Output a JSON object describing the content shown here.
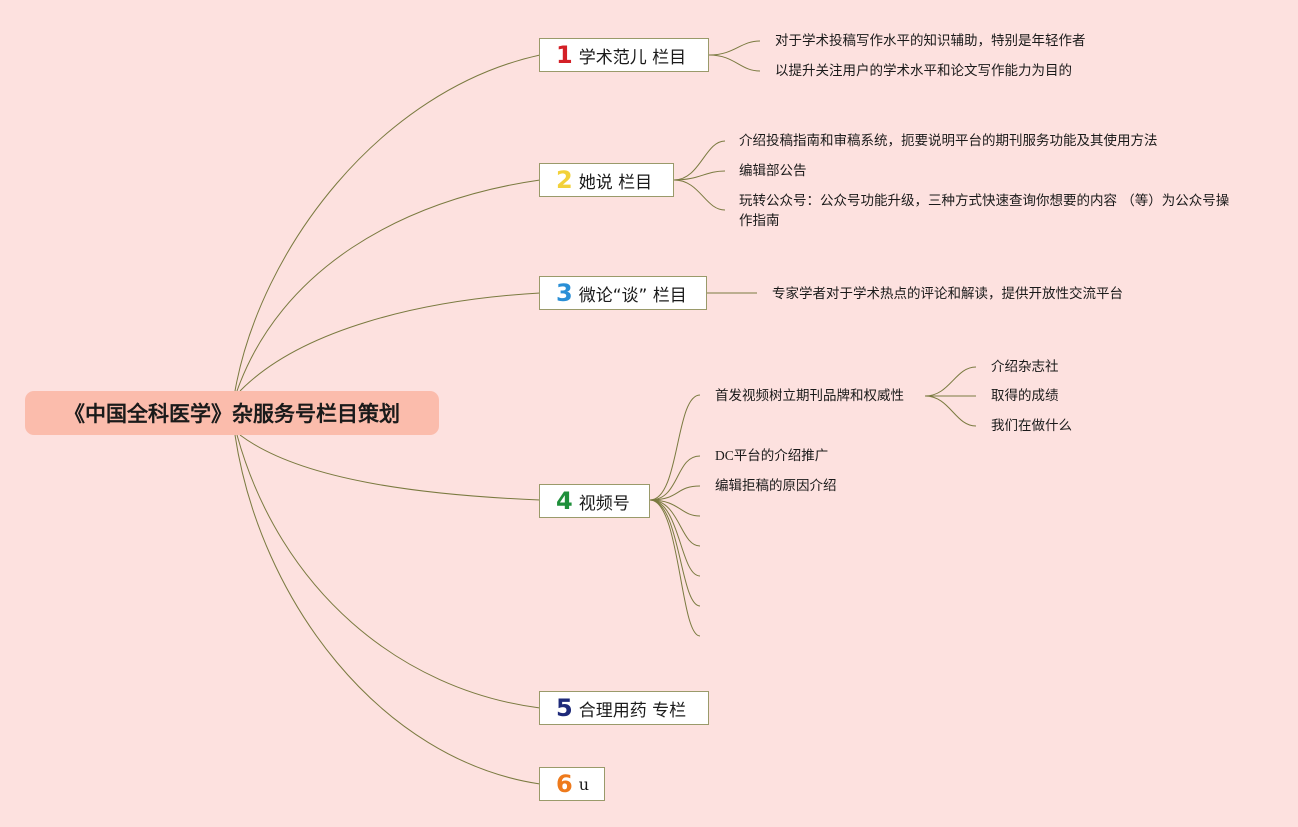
{
  "root": {
    "title": "《中国全科医学》杂服务号栏目策划"
  },
  "branches": [
    {
      "num": "1",
      "label": "学术范儿 栏目",
      "color": "#d42027",
      "leaves": [
        "对于学术投稿写作水平的知识辅助，特别是年轻作者",
        "以提升关注用户的学术水平和论文写作能力为目的"
      ]
    },
    {
      "num": "2",
      "label": "她说 栏目",
      "color": "#f2d13a",
      "leaves": [
        "介绍投稿指南和审稿系统，扼要说明平台的期刊服务功能及其使用方法",
        "编辑部公告",
        "玩转公众号：公众号功能升级，三种方式快速查询你想要的内容 （等）为公众号操作指南"
      ]
    },
    {
      "num": "3",
      "label": "微论“谈” 栏目",
      "color": "#2a8fd6",
      "leaves": [
        "专家学者对于学术热点的评论和解读，提供开放性交流平台"
      ]
    },
    {
      "num": "4",
      "label": "视频号",
      "color": "#1e8f3a",
      "leaves": [
        "首发视频树立期刊品牌和权威性",
        "DC平台的介绍推广",
        "编辑拒稿的原因介绍"
      ],
      "subleaves": [
        "介绍杂志社",
        "取得的成绩",
        "我们在做什么"
      ]
    },
    {
      "num": "5",
      "label": "合理用药 专栏",
      "color": "#1e2a7a",
      "leaves": []
    },
    {
      "num": "6",
      "label": "u",
      "color": "#ee7a1c",
      "leaves": []
    }
  ]
}
